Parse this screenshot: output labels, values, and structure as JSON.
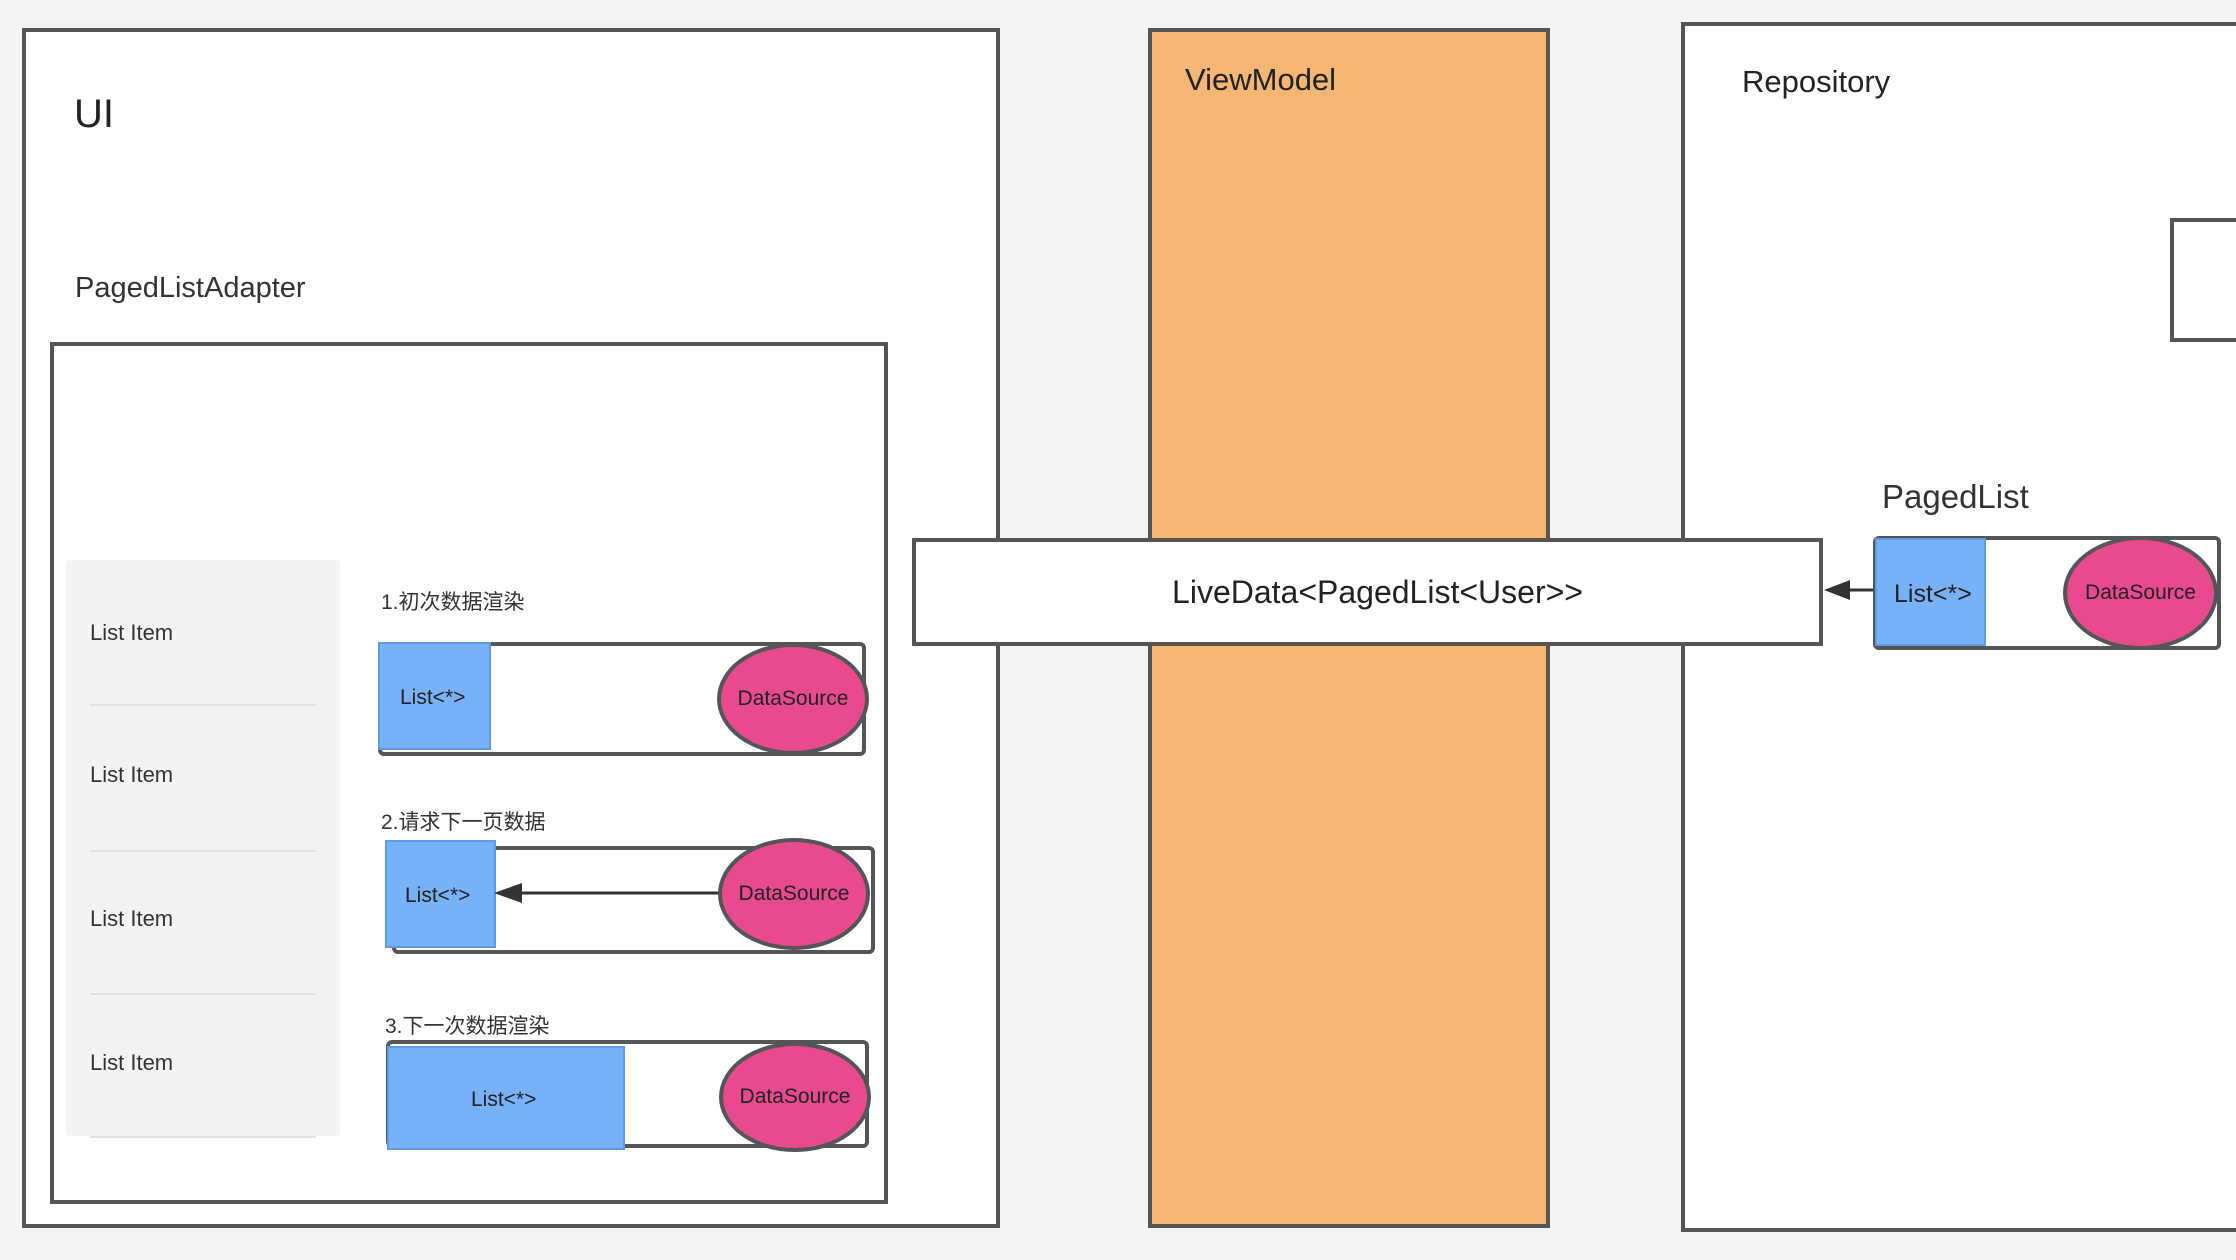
{
  "ui": {
    "title": "UI",
    "adapter_label": "PagedListAdapter",
    "list_items": [
      "List Item",
      "List Item",
      "List Item",
      "List Item"
    ],
    "steps": [
      {
        "label": "1.初次数据渲染",
        "list": "List<*>",
        "source": "DataSource"
      },
      {
        "label": "2.请求下一页数据",
        "list": "List<*>",
        "source": "DataSource"
      },
      {
        "label": "3.下一次数据渲染",
        "list": "List<*>",
        "source": "DataSource"
      }
    ]
  },
  "viewmodel": {
    "title": "ViewModel",
    "livedata_label": "LiveData<PagedList<User>>"
  },
  "repository": {
    "title": "Repository",
    "pagedlist_label": "PagedList",
    "list": "List<*>",
    "source": "DataSource"
  },
  "colors": {
    "viewmodel_fill": "#f5b673",
    "list_fill": "#77b1f7",
    "datasource_fill": "#e84a8e",
    "border": "#555555"
  }
}
